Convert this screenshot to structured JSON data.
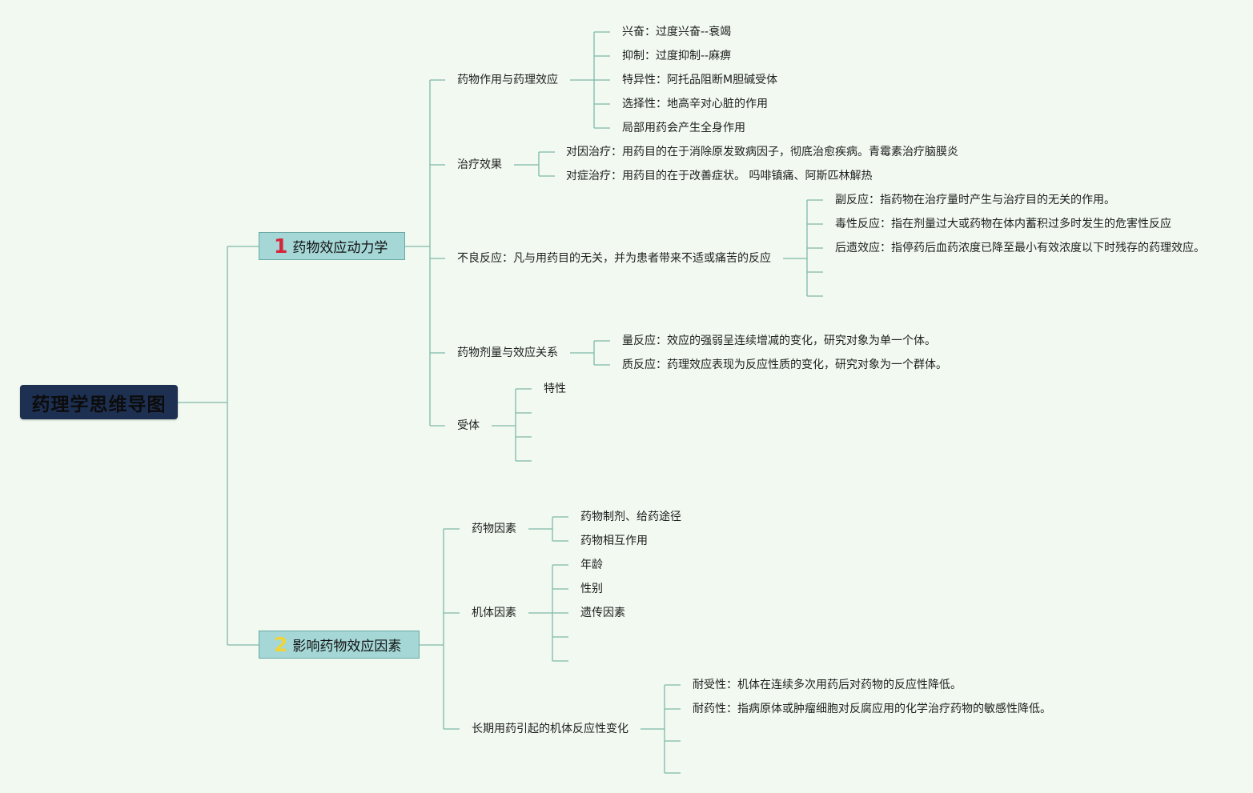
{
  "root": {
    "label": "药理学思维导图"
  },
  "branch1": {
    "number": "1",
    "label": "药物效应动力学",
    "number_color": "#d6243a",
    "children": {
      "drug_action": {
        "label": "药物作用与药理效应",
        "items": [
          "兴奋：过度兴奋--衰竭",
          "抑制：过度抑制--麻痹",
          "特异性：阿托品阻断M胆碱受体",
          "选择性：地高辛对心脏的作用",
          "局部用药会产生全身作用"
        ]
      },
      "therapeutic": {
        "label": "治疗效果",
        "items": [
          "对因治疗：用药目的在于消除原发致病因子，彻底治愈疾病。青霉素治疗脑膜炎",
          "对症治疗：用药目的在于改善症状。 吗啡镇痛、阿斯匹林解热"
        ]
      },
      "adverse": {
        "label": "不良反应：凡与用药目的无关，并为患者带来不适或痛苦的反应",
        "items": [
          "副反应：指药物在治疗量时产生与治疗目的无关的作用。",
          "毒性反应：指在剂量过大或药物在体内蓄积过多时发生的危害性反应",
          "后遗效应：指停药后血药浓度已降至最小有效浓度以下时残存的药理效应。",
          "",
          ""
        ]
      },
      "dose": {
        "label": "药物剂量与效应关系",
        "items": [
          "量反应：效应的强弱呈连续增减的变化，研究对象为单一个体。",
          "质反应：药理效应表现为反应性质的变化，研究对象为一个群体。"
        ]
      },
      "receptor": {
        "label": "受体",
        "items": [
          "特性",
          "",
          "",
          ""
        ]
      }
    }
  },
  "branch2": {
    "number": "2",
    "label": "影响药物效应因素",
    "number_color": "#f0d43a",
    "children": {
      "drug_factors": {
        "label": "药物因素",
        "items": [
          "药物制剂、给药途径",
          "药物相互作用"
        ]
      },
      "body_factors": {
        "label": "机体因素",
        "items": [
          "年龄",
          "性别",
          "遗传因素",
          "",
          ""
        ]
      },
      "long_term": {
        "label": "长期用药引起的机体反应性变化",
        "items": [
          "耐受性：机体在连续多次用药后对药物的反应性降低。",
          "耐药性：指病原体或肿瘤细胞对反腐应用的化学治疗药物的敏感性降低。",
          "",
          ""
        ]
      }
    }
  },
  "colors": {
    "background": "#f1f9f1",
    "connector": "#7fb9a8",
    "root_fill": "#1e3052",
    "branch_fill": "#a4d7d6"
  }
}
